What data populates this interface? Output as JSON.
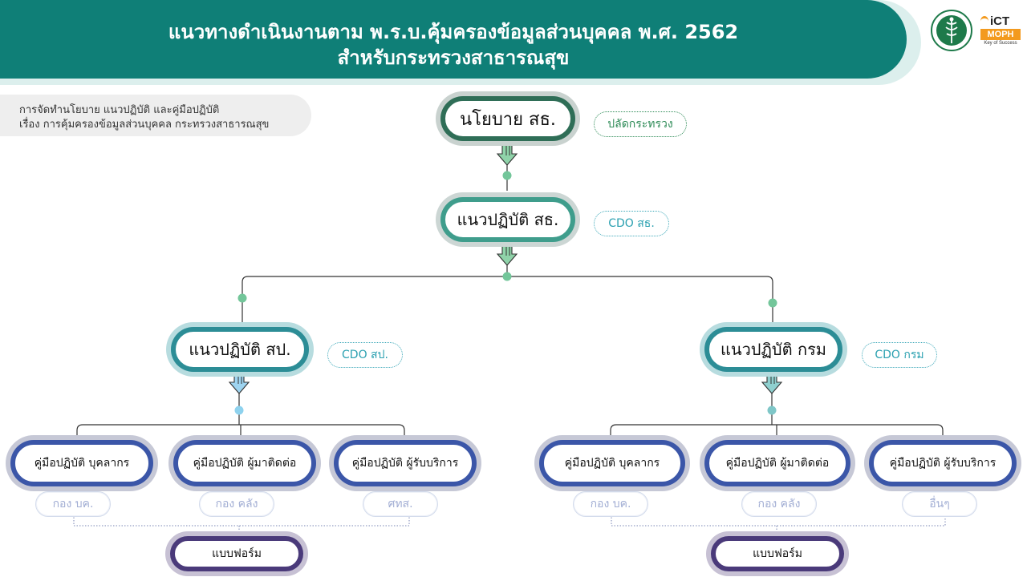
{
  "header": {
    "title_line1": "แนวทางดำเนินงานตาม พ.ร.บ.คุ้มครองข้อมูลส่วนบุคคล พ.ศ. 2562",
    "title_line2": "สำหรับกระทรวงสาธารณสุข",
    "ict_logo_line1": "iCT",
    "ict_logo_line2": "MOPH",
    "ict_logo_line3": "Key of Success"
  },
  "reference_note": {
    "line1": "การจัดทำนโยบาย แนวปฏิบัติ และคู่มือปฏิบัติ",
    "line2": "เรื่อง การคุ้มครองข้อมูลส่วนบุคคล กระทรวงสาธารณสุข"
  },
  "nodes": {
    "policy": "นโยบาย สธ.",
    "guideline_ministry": "แนวปฏิบัติ สธ.",
    "guideline_ops": "แนวปฏิบัติ สป.",
    "guideline_dept": "แนวปฏิบัติ กรม",
    "left_manual_staff": "คู่มือปฏิบัติ บุคลากร",
    "left_manual_contact": "คู่มือปฏิบัติ ผู้มาติดต่อ",
    "left_manual_service": "คู่มือปฏิบัติ ผู้รับบริการ",
    "right_manual_staff": "คู่มือปฏิบัติ บุคลากร",
    "right_manual_contact": "คู่มือปฏิบัติ ผู้มาติดต่อ",
    "right_manual_service": "คู่มือปฏิบัติ ผู้รับบริการ",
    "left_form": "แบบฟอร์ม",
    "right_form": "แบบฟอร์ม"
  },
  "owners": {
    "policy": "ปลัดกระทรวง",
    "guideline_ministry": "CDO สธ.",
    "guideline_ops": "CDO สป.",
    "guideline_dept": "CDO กรม",
    "left_staff": "กอง บค.",
    "left_contact": "กอง คลัง",
    "left_service": "ศทส.",
    "right_staff": "กอง บค.",
    "right_contact": "กอง คลัง",
    "right_service": "อื่นๆ"
  },
  "colors": {
    "header_bg": "#0f7f77",
    "policy_ring": "#2f6e57",
    "guideline_ring": "#3f9d8c",
    "level2_ring": "#2c8d96",
    "manual_ring": "#3b56a8",
    "form_ring": "#4a3a7a"
  }
}
